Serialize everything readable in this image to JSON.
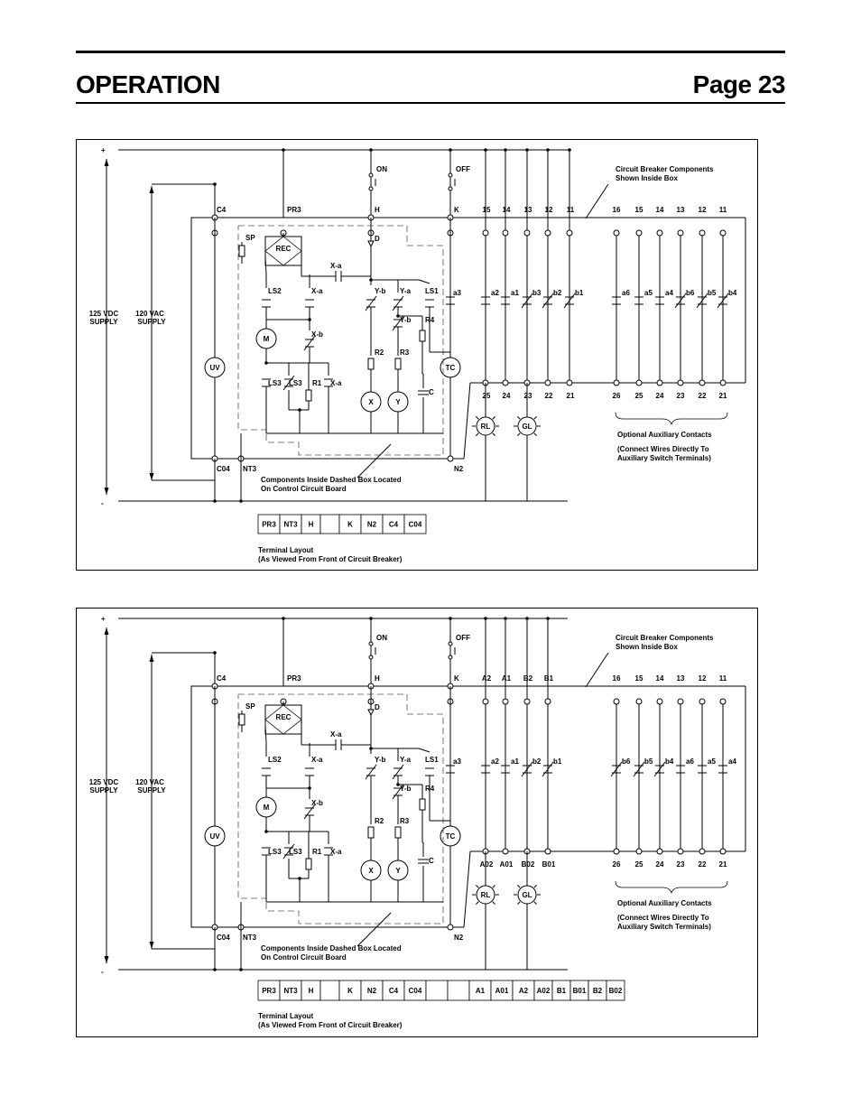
{
  "header": {
    "title": "OPERATION",
    "page": "Page 23"
  },
  "common": {
    "plus": "+",
    "minus": "-",
    "supply_dc": [
      "125 VDC",
      "SUPPLY"
    ],
    "supply_ac": [
      "120 VAC",
      "SUPPLY"
    ],
    "c4": "C4",
    "pr3": "PR3",
    "h": "H",
    "k": "K",
    "on": "ON",
    "off": "OFF",
    "sp": "SP",
    "rec": "REC",
    "d": "D",
    "xa": "X-a",
    "ls2": "LS2",
    "yb": "Y-b",
    "ya": "Y-a",
    "ls1": "LS1",
    "a3": "a3",
    "r4": "R4",
    "xb": "X-b",
    "m": "M",
    "r2": "R2",
    "r3": "R3",
    "uv": "UV",
    "tc": "TC",
    "ls3": "LS3",
    "r1": "R1",
    "x": "X",
    "y": "Y",
    "c": "C",
    "c04": "C04",
    "nt3": "NT3",
    "n2": "N2",
    "rl": "RL",
    "gl": "GL",
    "board_note": [
      "Components Inside Dashed Box Located",
      "On Control Circuit Board"
    ],
    "cb_note": [
      "Circuit Breaker Components",
      "Shown Inside Box"
    ],
    "opt_title": "Optional Auxiliary Contacts",
    "opt_note": [
      "(Connect Wires Directly To",
      "Auxiliary Switch Terminals)"
    ],
    "terminal_caption": [
      "Terminal Layout",
      "(As Viewed From Front of Circuit Breaker)"
    ]
  },
  "diagram1": {
    "top_terms": [
      "15",
      "14",
      "13",
      "12",
      "11"
    ],
    "aux_top": [
      "16",
      "15",
      "14",
      "13",
      "12",
      "11"
    ],
    "contacts_left": [
      "a2",
      "a1",
      "b3",
      "b2",
      "b1"
    ],
    "contacts_right": [
      "a6",
      "a5",
      "a4",
      "b6",
      "b5",
      "b4"
    ],
    "bottom_terms": [
      "25",
      "24",
      "23",
      "22",
      "21"
    ],
    "aux_bottom": [
      "26",
      "25",
      "24",
      "23",
      "22",
      "21"
    ],
    "terminals": [
      "PR3",
      "NT3",
      "H",
      "",
      "K",
      "N2",
      "C4",
      "C04"
    ]
  },
  "diagram2": {
    "top_terms": [
      "A2",
      "A1",
      "B2",
      "B1"
    ],
    "aux_top": [
      "16",
      "15",
      "14",
      "13",
      "12",
      "11"
    ],
    "contacts_left": [
      "a2",
      "a1",
      "b2",
      "b1"
    ],
    "contacts_right": [
      "b6",
      "b5",
      "b4",
      "a6",
      "a5",
      "a4"
    ],
    "bottom_terms": [
      "A02",
      "A01",
      "B02",
      "B01"
    ],
    "aux_bottom": [
      "26",
      "25",
      "24",
      "23",
      "22",
      "21"
    ],
    "terminals": [
      "PR3",
      "NT3",
      "H",
      "",
      "K",
      "N2",
      "C4",
      "C04",
      "",
      "",
      "A1",
      "A01",
      "A2",
      "A02",
      "B1",
      "B01",
      "B2",
      "B02"
    ]
  }
}
